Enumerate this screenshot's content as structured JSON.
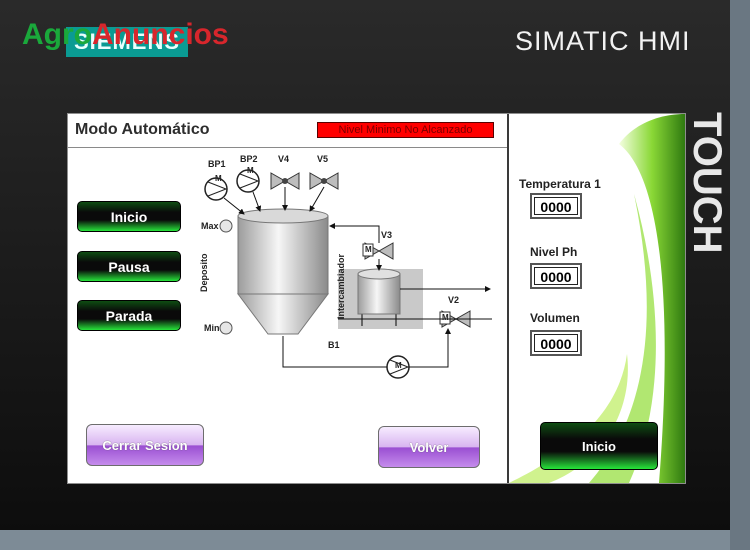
{
  "window": {
    "brand": "SIEMENS",
    "title": "SIMATIC HMI",
    "touch_label": "TOUCH"
  },
  "watermark": {
    "part1": "Agro",
    "part2": "Anuncios"
  },
  "screen": {
    "title": "Modo Automático",
    "alarm": "Nivel Minimo No Alcanzado",
    "controls": {
      "start": "Inicio",
      "pause": "Pausa",
      "stop": "Parada"
    },
    "process": {
      "tank_label": "Deposito",
      "exchanger_label": "Intercambiador",
      "max_label": "Max",
      "min_label": "Min",
      "pump_label_bp1": "BP1",
      "pump_label_bp2": "BP2",
      "pump_label_b1": "B1",
      "valve_label_v2": "V2",
      "valve_label_v3": "V3",
      "valve_label_v4": "V4",
      "valve_label_v5": "V5",
      "motor_letter": "M"
    },
    "footer": {
      "logout": "Cerrar Sesion",
      "back": "Volver"
    },
    "side": {
      "temp_label": "Temperatura 1",
      "temp_value": "0000",
      "ph_label": "Nivel Ph",
      "ph_value": "0000",
      "volume_label": "Volumen",
      "volume_value": "0000",
      "home": "Inicio"
    }
  },
  "colors": {
    "accent_green": "#27e53a",
    "alarm_red": "#ff0000",
    "brand_teal": "#0a9b93"
  }
}
